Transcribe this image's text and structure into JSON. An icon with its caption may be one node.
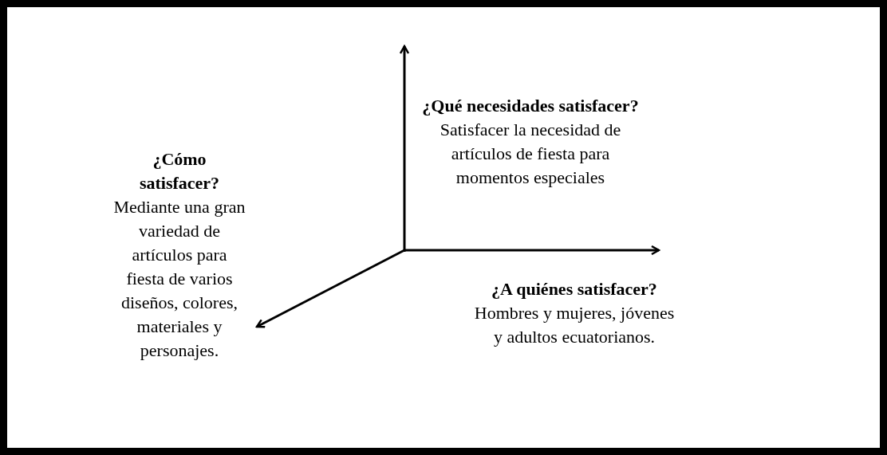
{
  "diagram": {
    "labels": [
      "¿Qué necesidades satisfacer?",
      "Satisfacer la necesidad de artículos de fiesta para momentos especiales",
      "¿Cómo satisfacer?",
      "Mediante una gran variedad de artículos para fiesta de varios diseños, colores, materiales y personajes.",
      "¿A quiénes satisfacer?",
      "Hombres y mujeres, jóvenes y adultos ecuatorianos."
    ]
  }
}
